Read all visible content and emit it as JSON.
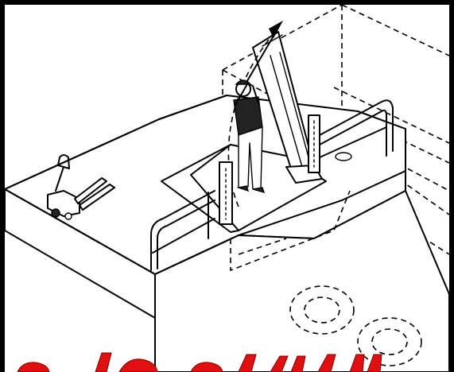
{
  "illustration": {
    "scene": "loading-dock-edge-of-dock-leveler",
    "elements": [
      "dock-platform",
      "pallet-jack",
      "dock-leveler-pit",
      "raised-lip-plate",
      "operator",
      "side-guardrail-left",
      "side-guardrail-right",
      "trailer-outline",
      "trailer-wheels",
      "swing-arrow"
    ]
  },
  "banner": {
    "text": "",
    "color": "#e01010"
  },
  "colors": {
    "frame": "#000000",
    "background": "#ffffff",
    "line": "#000000",
    "accent": "#e01010"
  }
}
